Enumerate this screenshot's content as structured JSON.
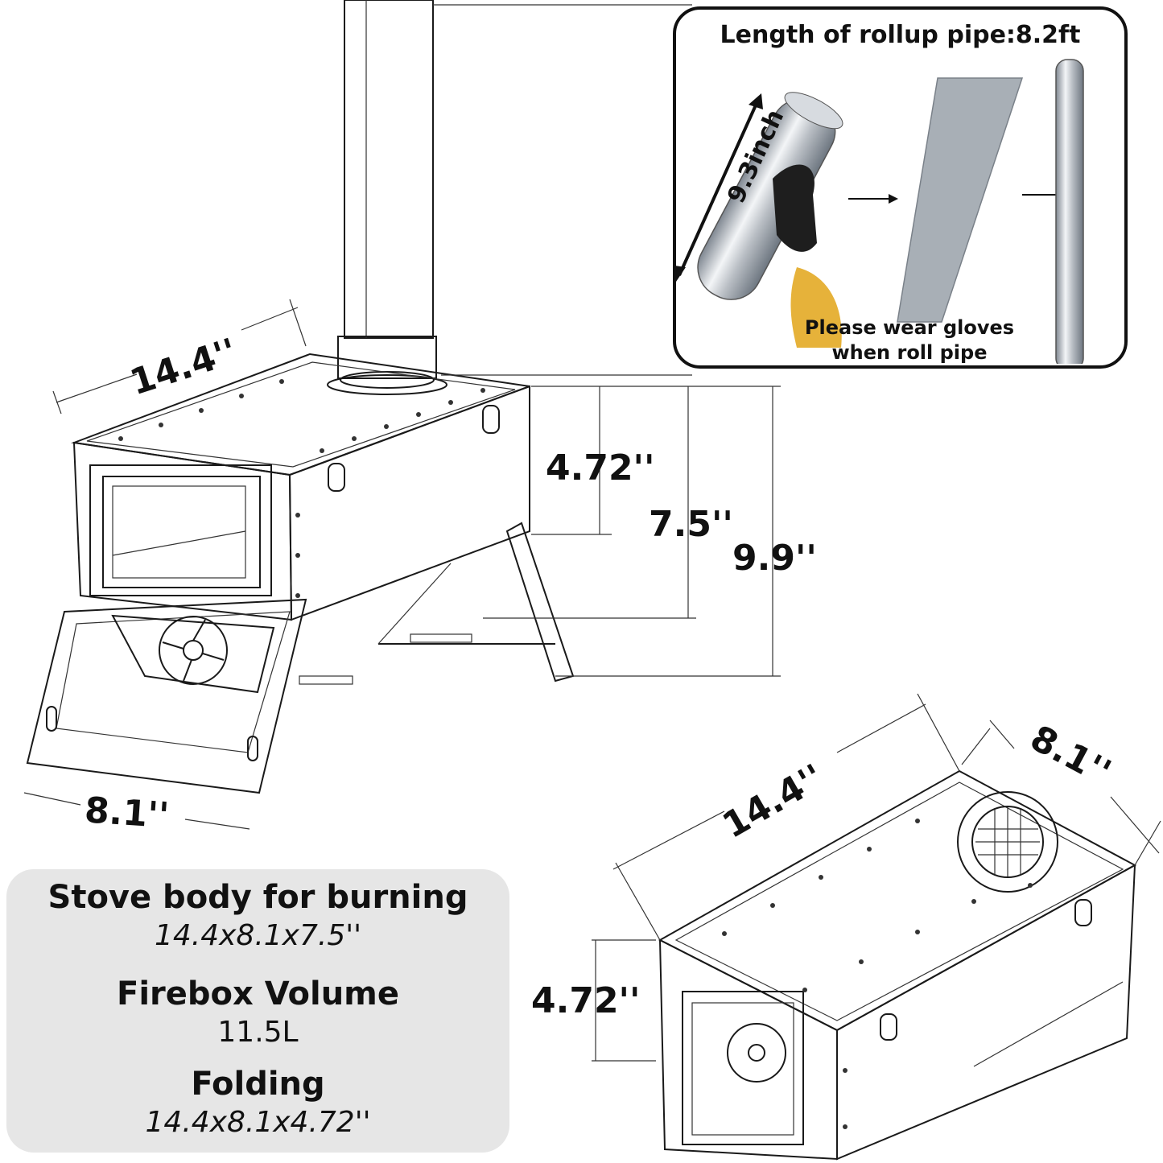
{
  "dimensions": {
    "top_length": "14.4''",
    "height_body": "4.72''",
    "height_mid": "7.5''",
    "height_total": "9.9''",
    "bottom_width": "8.1''",
    "folded_length": "14.4''",
    "folded_width": "8.1''",
    "folded_height": "4.72''"
  },
  "inset": {
    "title": "Length of rollup pipe:8.2ft",
    "pipe_diameter": "9.3inch",
    "note_line1": "Please wear gloves",
    "note_line2": "when roll pipe"
  },
  "specs": {
    "body_title": "Stove body for burning",
    "body_value": "14.4x8.1x7.5''",
    "volume_title": "Firebox Volume",
    "volume_value": "11.5L",
    "folding_title": "Folding",
    "folding_value": "14.4x8.1x4.72''"
  },
  "colors": {
    "line": "#1a1a1a",
    "panel": "#e6e6e6",
    "pipe": "#b9bec4"
  }
}
